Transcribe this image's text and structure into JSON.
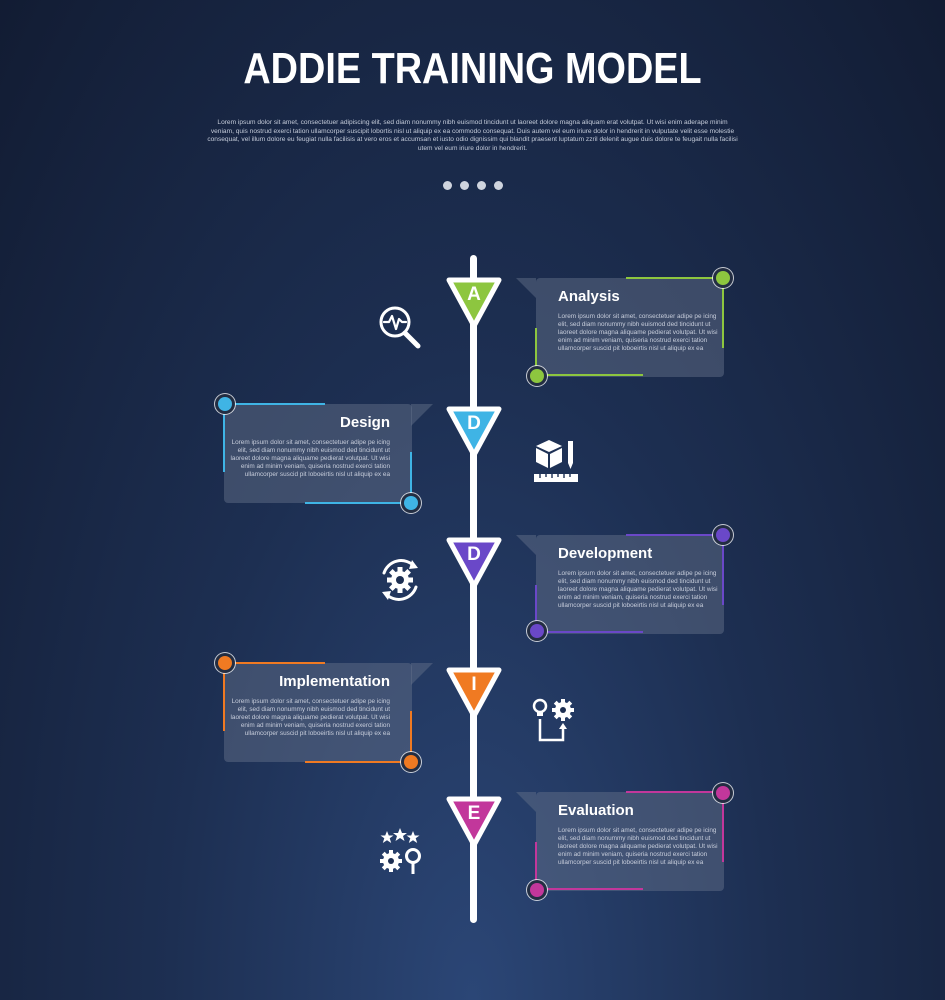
{
  "title": "ADDIE TRAINING MODEL",
  "subtitle": "Lorem ipsum dolor sit amet, consectetuer adipiscing elit, sed diam nonummy nibh euismod tincidunt ut laoreet dolore magna aliquam erat volutpat. Ut wisi enim aderape minim veniam, quis nostrud exerci tation ullamcorper suscipit lobortis nisl ut aliquip ex ea commodo consequat. Duis autem vel eum iriure dolor in hendrerit in vulputate velit esse molestie consequat, vel illum dolore eu feugiat nulla facilisis at vero eros et accumsan et iusto odio dignissim qui blandit praesent luptatum zzril delenit augue duis dolore te feugait nulla facilisi utem vel eum iriure dolor in hendrerit.",
  "colors": {
    "analysis": "#8dc63f",
    "design": "#3fb4e5",
    "development": "#6a48c8",
    "implementation": "#f07a22",
    "evaluation": "#c2379b"
  },
  "steps": [
    {
      "letter": "A",
      "title": "Analysis",
      "body": "Lorem ipsum dolor sit amet, consectetuer adipe pe icing elit, sed diam nonummy nibh euismod ded tincidunt ut laoreet dolore magna aliquame pedierat volutpat. Ut wisi enim ad minim veniam, quiseria nostrud exerci tation ullamcorper suscid pit loboeirtis nisl ut aliquip ex ea",
      "icon": "magnifier-analytics-icon"
    },
    {
      "letter": "D",
      "title": "Design",
      "body": "Lorem ipsum dolor sit amet, consectetuer adipe pe icing elit, sed diam nonummy nibh euismod ded tincidunt ut laoreet dolore magna aliquame pedierat volutpat. Ut wisi enim ad minim veniam, quiseria nostrud exerci tation ullamcorper suscid pit loboeirtis nisl ut aliquip ex ea",
      "icon": "cube-ruler-pencil-icon"
    },
    {
      "letter": "D",
      "title": "Development",
      "body": "Lorem ipsum dolor sit amet, consectetuer adipe pe icing elit, sed diam nonummy nibh euismod ded tincidunt ut laoreet dolore magna aliquame pedierat volutpat. Ut wisi enim ad minim veniam, quiseria nostrud exerci tation ullamcorper suscid pit loboeirtis nisl ut aliquip ex ea",
      "icon": "gear-refresh-icon"
    },
    {
      "letter": "I",
      "title": "Implementation",
      "body": "Lorem ipsum dolor sit amet, consectetuer adipe pe icing elit, sed diam nonummy nibh euismod ded tincidunt ut laoreet dolore magna aliquame pedierat volutpat. Ut wisi enim ad minim veniam, quiseria nostrud exerci tation ullamcorper suscid pit loboeirtis nisl ut aliquip ex ea",
      "icon": "lightbulb-gear-icon"
    },
    {
      "letter": "E",
      "title": "Evaluation",
      "body": "Lorem ipsum dolor sit amet, consectetuer adipe pe icing elit, sed diam nonummy nibh euismod ded tincidunt ut laoreet dolore magna aliquame pedierat volutpat. Ut wisi enim ad minim veniam, quiseria nostrud exerci tation ullamcorper suscid pit loboeirtis nisl ut aliquip ex ea",
      "icon": "stars-gear-search-icon"
    }
  ]
}
